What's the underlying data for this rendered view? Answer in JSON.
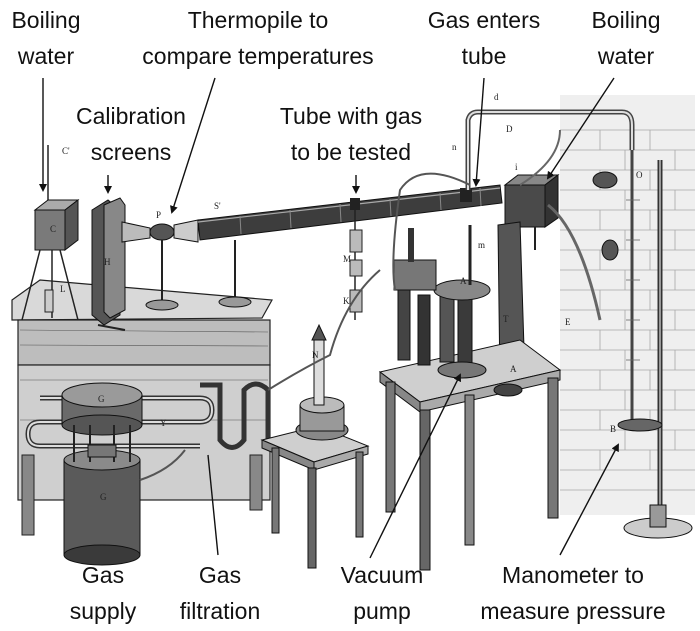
{
  "labels": {
    "boiling_water_left": [
      "Boiling",
      "water"
    ],
    "thermopile": [
      "Thermopile to",
      "compare temperatures"
    ],
    "gas_enters": [
      "Gas enters",
      "tube"
    ],
    "boiling_water_right": [
      "Boiling",
      "water"
    ],
    "calibration_screens": [
      "Calibration",
      "screens"
    ],
    "tube_with_gas": [
      "Tube with gas",
      "to be tested"
    ],
    "gas_supply": [
      "Gas",
      "supply"
    ],
    "gas_filtration": [
      "Gas",
      "filtration"
    ],
    "vacuum_pump": [
      "Vacuum",
      "pump"
    ],
    "manometer": [
      "Manometer to",
      "measure pressure"
    ]
  },
  "engraving_letters": {
    "C_left": "C",
    "H": "H",
    "L": "L",
    "P": "P",
    "S": "S'",
    "C_top": "C'",
    "G_top": "G",
    "Y": "Y",
    "G_tank": "G",
    "N": "N",
    "A": "A",
    "A_base": "A",
    "T": "T",
    "M": "M",
    "K": "K",
    "m": "m",
    "n": "n",
    "D": "D",
    "d": "d",
    "O": "O",
    "B": "B",
    "E": "E",
    "i": "i"
  }
}
